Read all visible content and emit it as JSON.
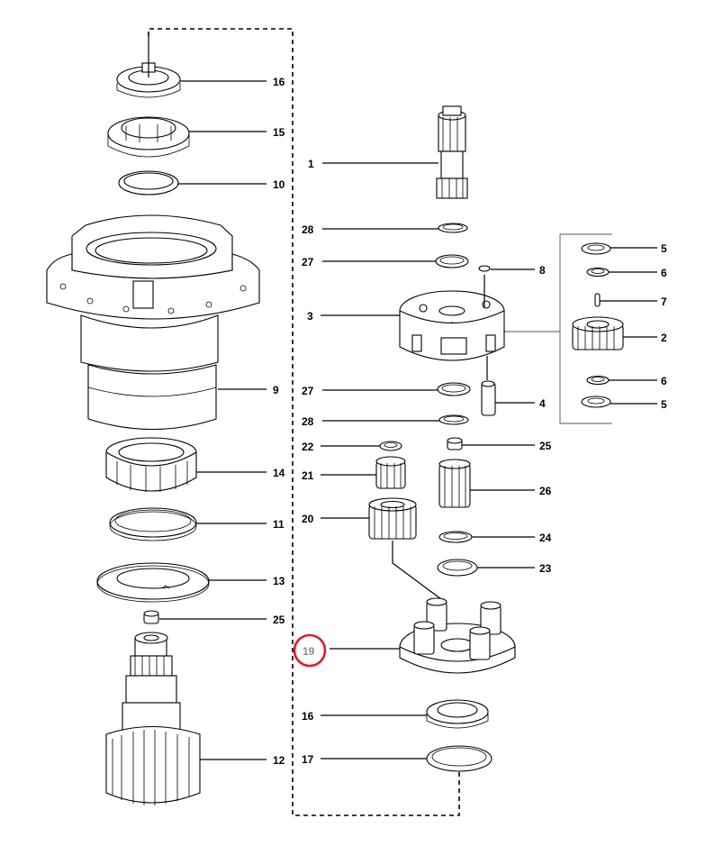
{
  "callouts": [
    {
      "id": "c16a",
      "label": "16"
    },
    {
      "id": "c15",
      "label": "15"
    },
    {
      "id": "c10",
      "label": "10"
    },
    {
      "id": "c9",
      "label": "9"
    },
    {
      "id": "c14",
      "label": "14"
    },
    {
      "id": "c11",
      "label": "11"
    },
    {
      "id": "c13",
      "label": "13"
    },
    {
      "id": "c25a",
      "label": "25"
    },
    {
      "id": "c12",
      "label": "12"
    },
    {
      "id": "c1",
      "label": "1"
    },
    {
      "id": "c28a",
      "label": "28"
    },
    {
      "id": "c27a",
      "label": "27"
    },
    {
      "id": "c3",
      "label": "3"
    },
    {
      "id": "c8",
      "label": "8"
    },
    {
      "id": "c27b",
      "label": "27"
    },
    {
      "id": "c28b",
      "label": "28"
    },
    {
      "id": "c4",
      "label": "4"
    },
    {
      "id": "c22",
      "label": "22"
    },
    {
      "id": "c25b",
      "label": "25"
    },
    {
      "id": "c21",
      "label": "21"
    },
    {
      "id": "c26",
      "label": "26"
    },
    {
      "id": "c20",
      "label": "20"
    },
    {
      "id": "c24",
      "label": "24"
    },
    {
      "id": "c23",
      "label": "23"
    },
    {
      "id": "c19",
      "label": "19"
    },
    {
      "id": "c16b",
      "label": "16"
    },
    {
      "id": "c17",
      "label": "17"
    },
    {
      "id": "c5a",
      "label": "5"
    },
    {
      "id": "c6a",
      "label": "6"
    },
    {
      "id": "c7",
      "label": "7"
    },
    {
      "id": "c2",
      "label": "2"
    },
    {
      "id": "c6b",
      "label": "6"
    },
    {
      "id": "c5b",
      "label": "5"
    }
  ],
  "highlight": {
    "callout": "c19",
    "color": "#e01b24"
  }
}
